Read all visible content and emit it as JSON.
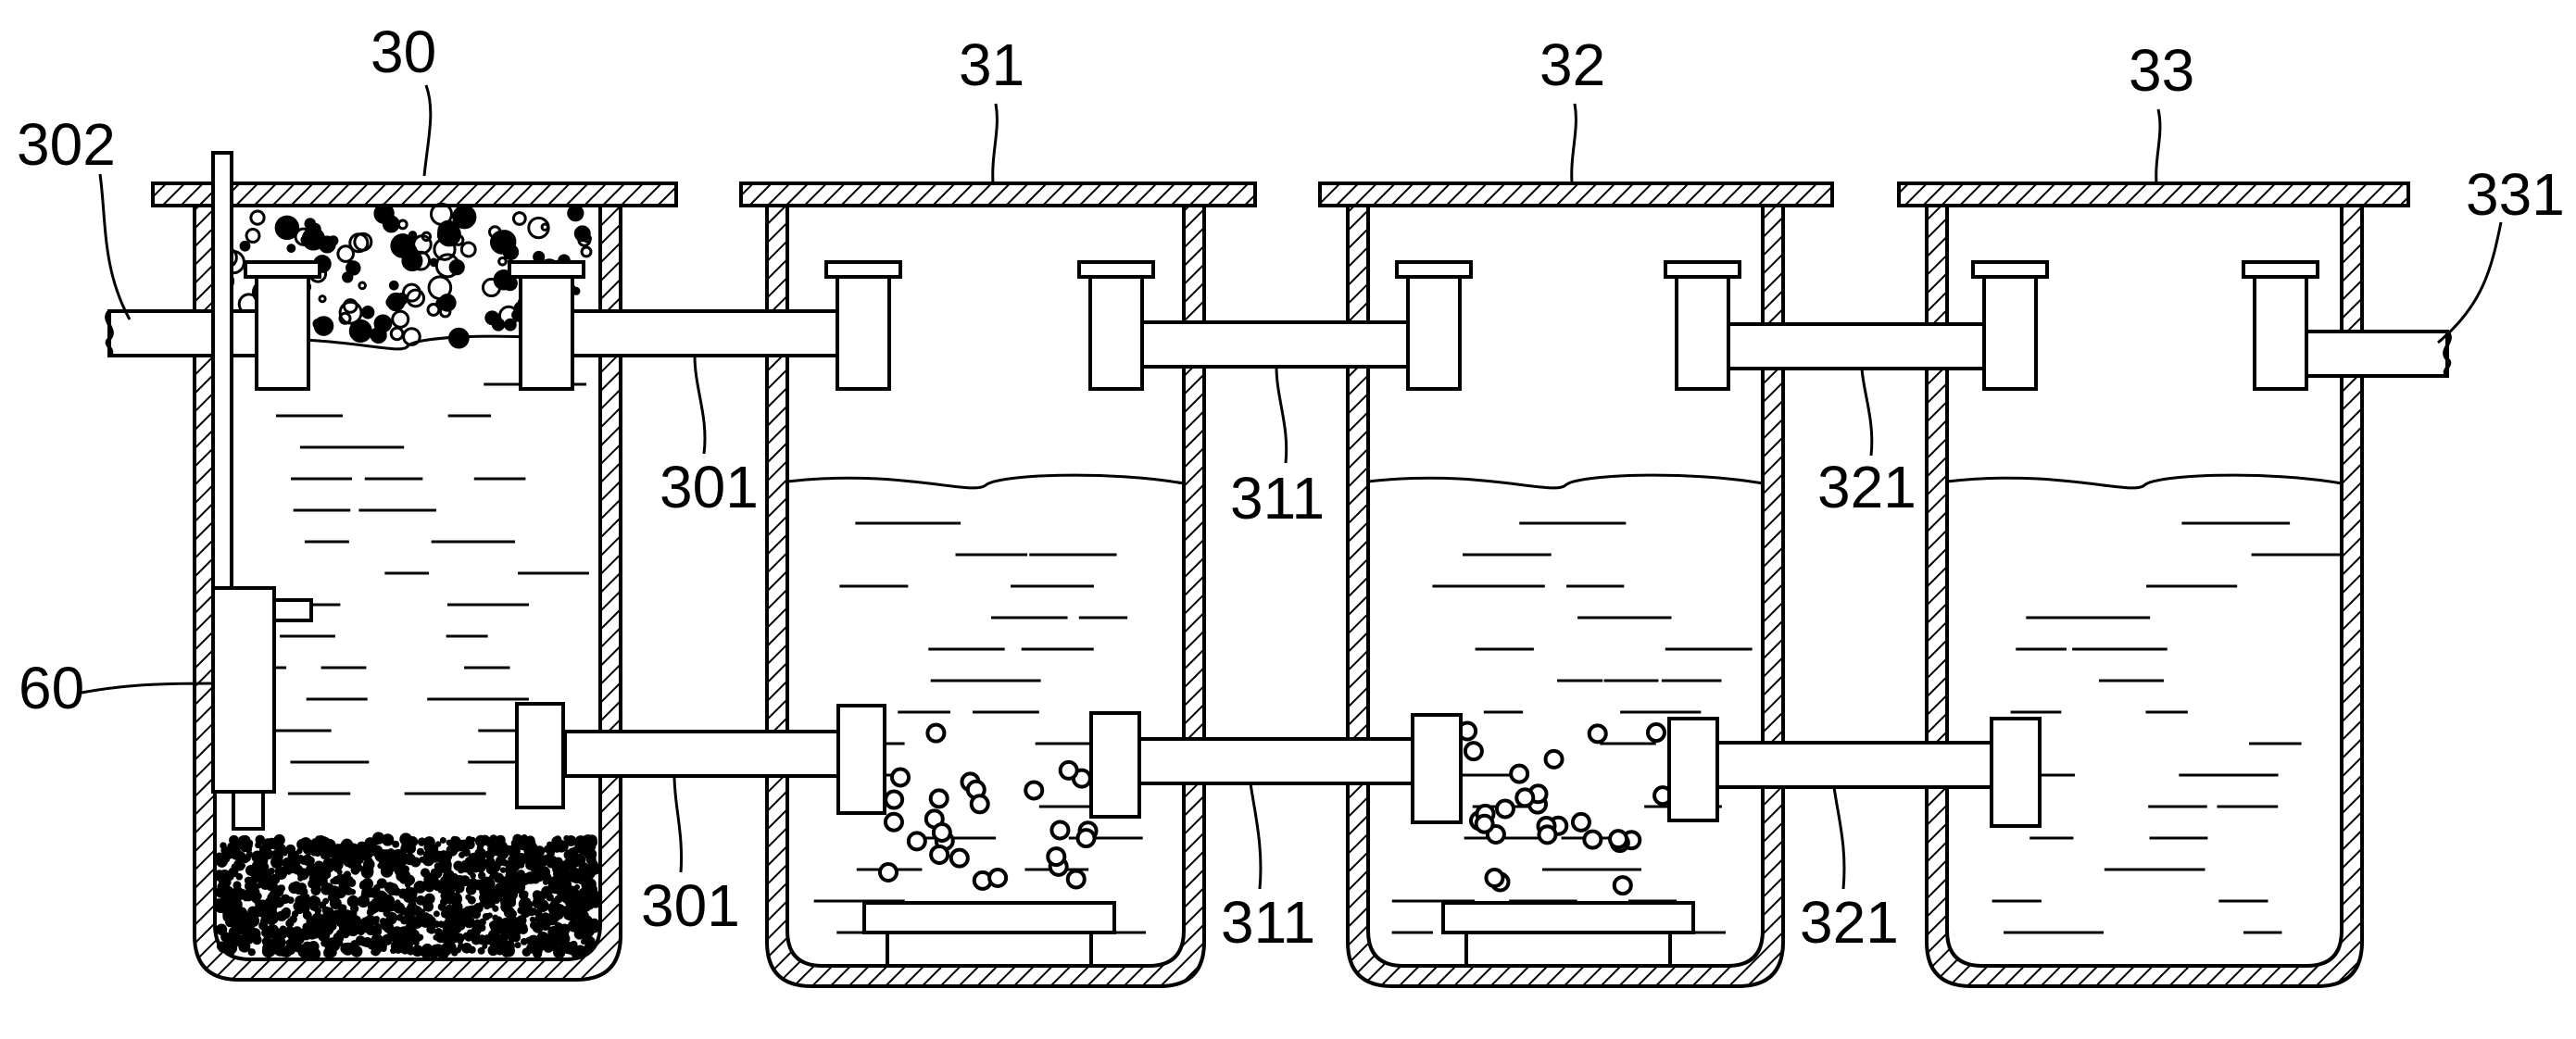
{
  "tanks": [
    {
      "id": "30",
      "label": "30"
    },
    {
      "id": "31",
      "label": "31"
    },
    {
      "id": "32",
      "label": "32"
    },
    {
      "id": "33",
      "label": "33"
    }
  ],
  "pipe_labels": {
    "inlet": "302",
    "outlet": "331",
    "upper": [
      "301",
      "311",
      "321"
    ],
    "lower": [
      "301",
      "311",
      "321"
    ]
  },
  "device_label": "60",
  "colors": {
    "ink": "#000000",
    "paper": "#ffffff"
  }
}
